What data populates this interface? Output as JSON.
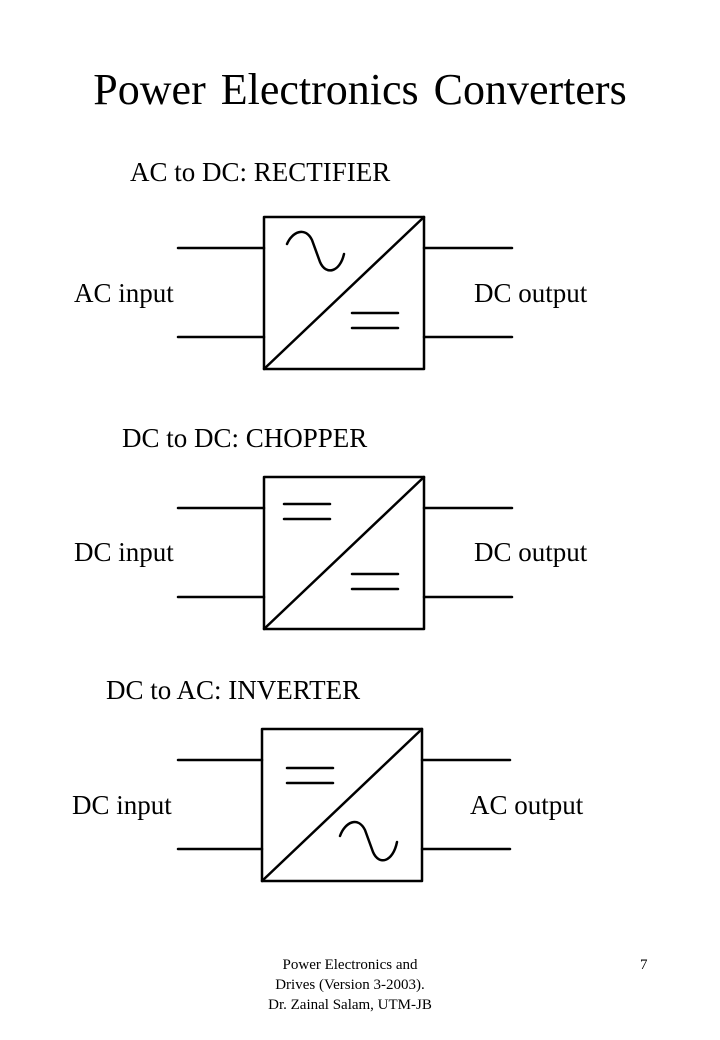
{
  "slide": {
    "title": "Power Electronics Converters"
  },
  "converters": [
    {
      "heading": "AC to DC: RECTIFIER",
      "input_label": "AC input",
      "output_label": "DC output",
      "input_symbol": "ac-sine-icon",
      "output_symbol": "dc-lines-icon"
    },
    {
      "heading": "DC to DC: CHOPPER",
      "input_label": "DC input",
      "output_label": "DC output",
      "input_symbol": "dc-lines-icon",
      "output_symbol": "dc-lines-icon"
    },
    {
      "heading": "DC to AC: INVERTER",
      "input_label": "DC input",
      "output_label": "AC output",
      "input_symbol": "dc-lines-icon",
      "output_symbol": "ac-sine-icon"
    }
  ],
  "footer": {
    "line1": "Power Electronics and",
    "line2": "Drives (Version 3-2003).",
    "line3": "Dr. Zainal Salam, UTM-JB",
    "page_number": "7"
  }
}
